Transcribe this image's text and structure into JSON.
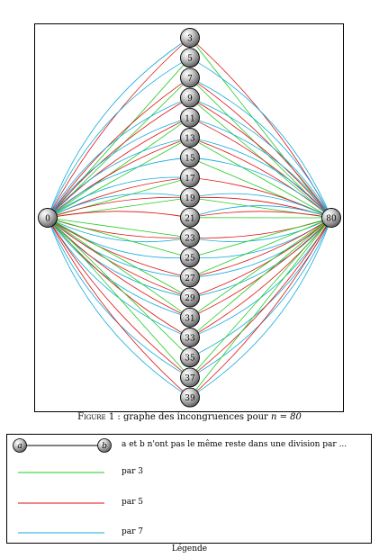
{
  "figure": {
    "caption_prefix": "Figure 1",
    "caption_rest": " : graphe des incongruences pour ",
    "caption_math": "n = 80"
  },
  "graph": {
    "n": 80,
    "left_node": "0",
    "right_node": "80",
    "middle_nodes": [
      "3",
      "5",
      "7",
      "9",
      "11",
      "13",
      "15",
      "17",
      "19",
      "21",
      "23",
      "25",
      "27",
      "29",
      "31",
      "33",
      "35",
      "37",
      "39"
    ]
  },
  "colors": {
    "par3": "#22cc22",
    "par5": "#dd1111",
    "par7": "#11aadd"
  },
  "legend": {
    "sample_a": "a",
    "sample_b": "b",
    "header_text": "a et b n'ont pas le même reste dans une division par ...",
    "items": [
      {
        "label": "par 3"
      },
      {
        "label": "par 5"
      },
      {
        "label": "par 7"
      }
    ],
    "caption": "Légende"
  }
}
